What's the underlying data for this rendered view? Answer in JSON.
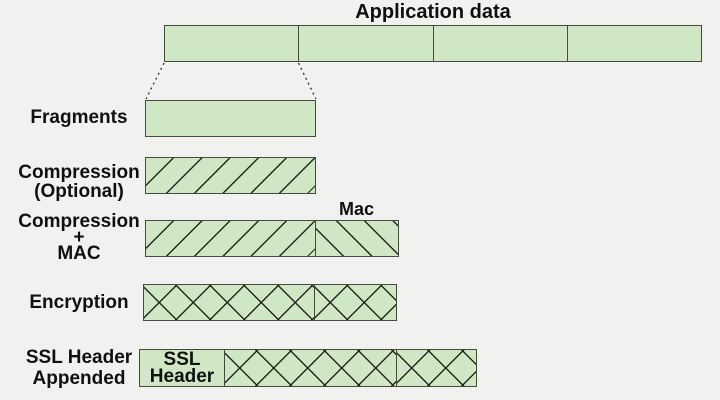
{
  "title": "Application data",
  "labels": {
    "fragments": "Fragments",
    "compression": "Compression\n(Optional)",
    "compression_mac": "Compression\n+\nMAC",
    "mac_caption": "Mac",
    "encryption": "Encryption",
    "ssl_appended": "SSL Header\nAppended",
    "ssl_header_box": "SSL\nHeader"
  },
  "colors": {
    "background": "#f1f1ef",
    "bar_fill": "#cfe7c4",
    "bar_border": "#454a3e",
    "hatch_line": "#23281f",
    "text": "#101010"
  },
  "structure": {
    "app_data_segments": 4
  }
}
